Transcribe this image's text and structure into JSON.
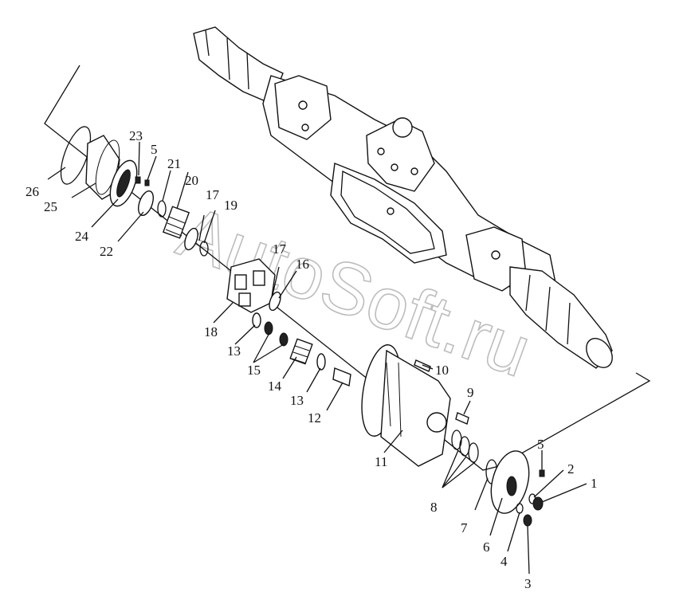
{
  "watermark": "AutoSoft.ru",
  "callouts": [
    "1",
    "2",
    "3",
    "4",
    "5",
    "6",
    "7",
    "8",
    "9",
    "10",
    "11",
    "12",
    "13",
    "14",
    "15",
    "16",
    "17",
    "18",
    "19",
    "20",
    "21",
    "22",
    "23",
    "24",
    "25",
    "26",
    "5",
    "13",
    "17"
  ]
}
